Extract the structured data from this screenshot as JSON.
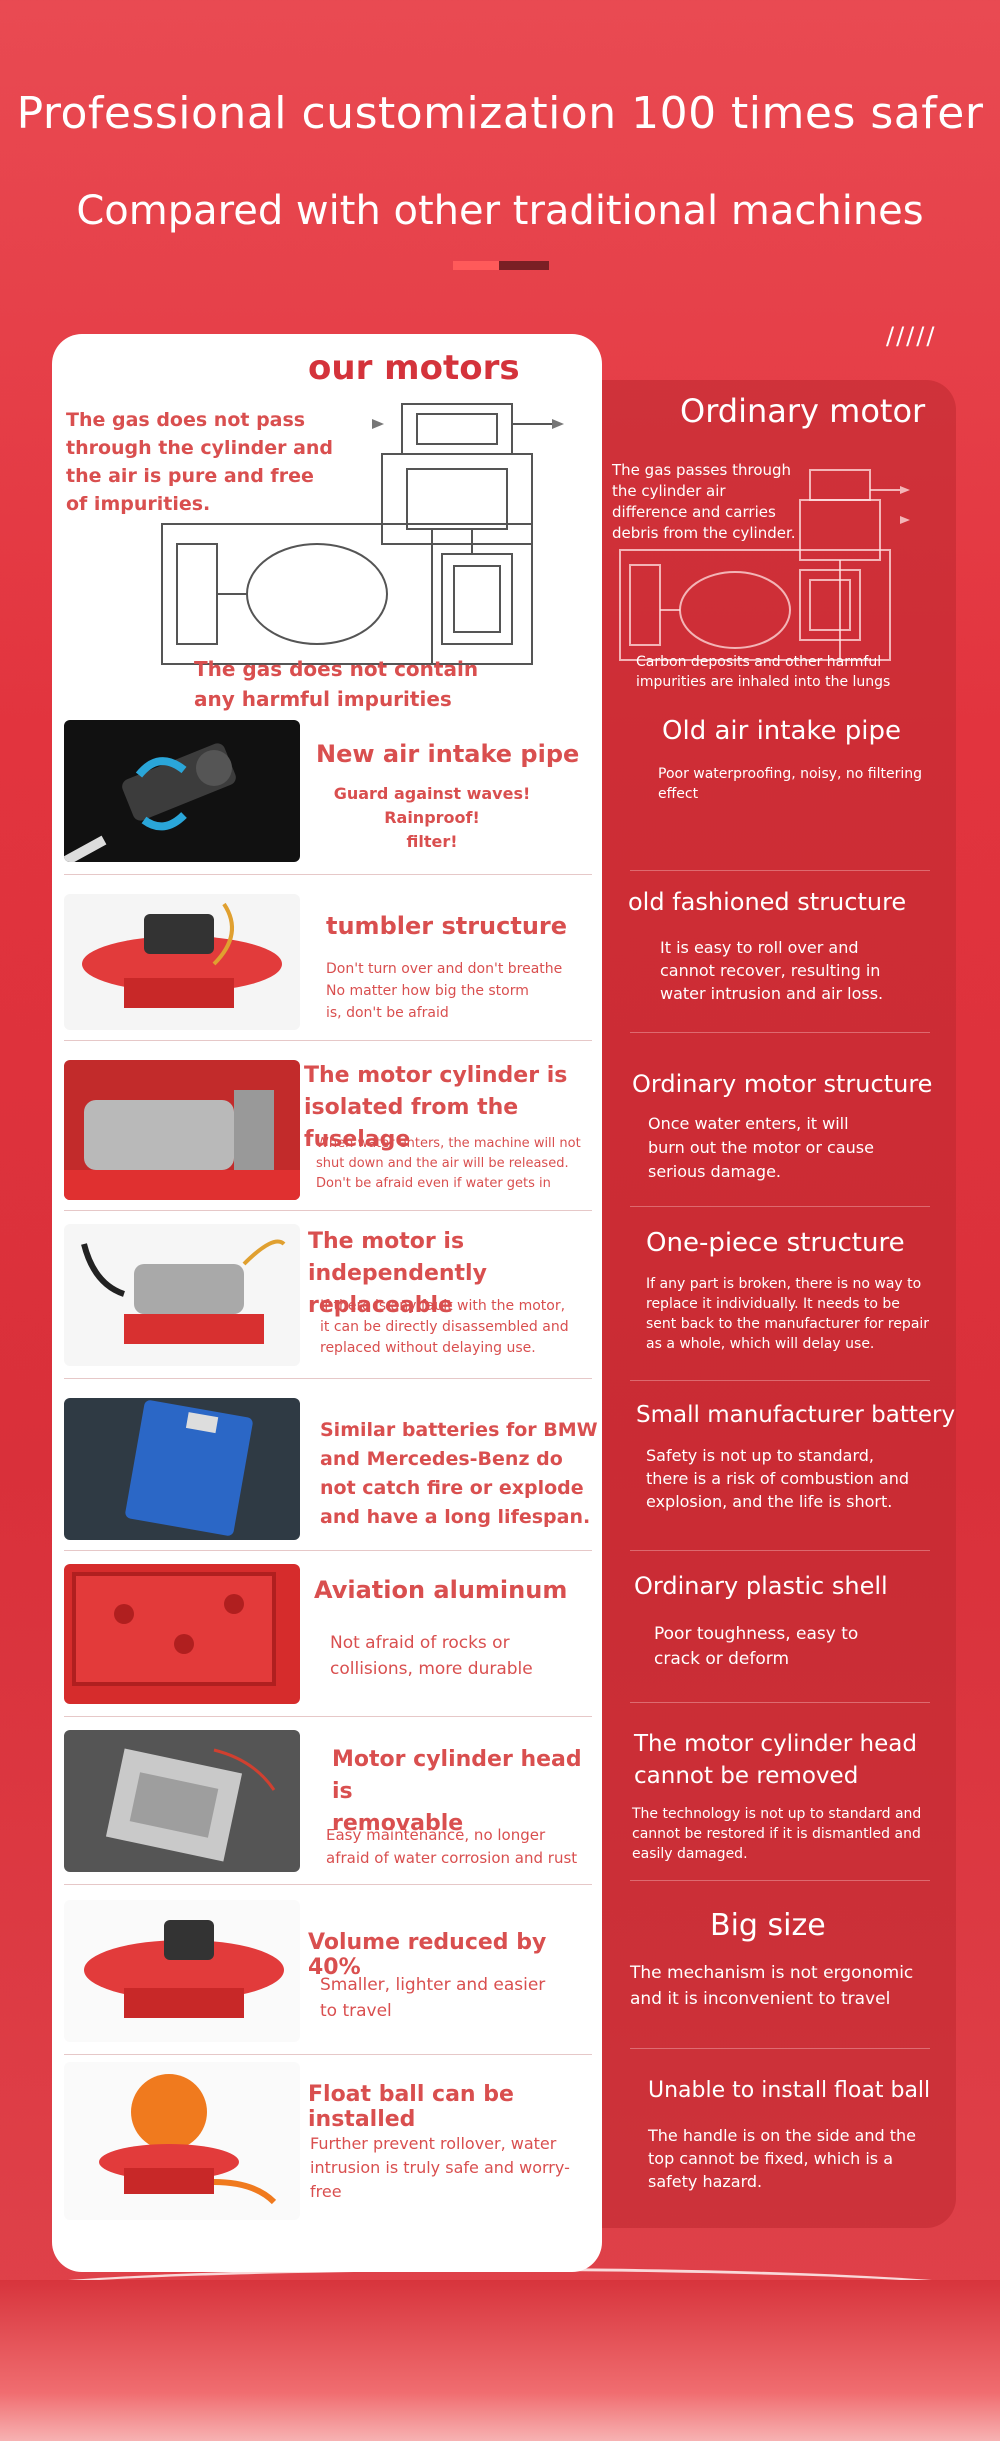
{
  "header": {
    "title": "Professional customization  100 times safer",
    "subtitle": "Compared with other traditional machines",
    "slashes": "/////"
  },
  "left": {
    "heading": "our motors",
    "diagram_top_lines": [
      "The gas does not pass",
      "through the cylinder and",
      "the air is pure and free",
      "of impurities."
    ],
    "diagram_bottom_lines": [
      "The gas does not contain",
      "any harmful impurities"
    ],
    "features": [
      {
        "title": [
          "New air intake pipe"
        ],
        "body": [
          "Guard against waves!",
          "Rainproof!",
          "filter!"
        ]
      },
      {
        "title": [
          "tumbler structure"
        ],
        "body": [
          "Don't turn over and don't breathe",
          "No matter how big the storm",
          "is, don't be afraid"
        ]
      },
      {
        "title": [
          "The motor cylinder is",
          "isolated from the fuselage"
        ],
        "body": [
          "When water enters, the machine will not",
          "shut down and the air will be released.",
          "Don't be afraid even if water gets in"
        ]
      },
      {
        "title": [
          "The motor is independently",
          "replaceable"
        ],
        "body": [
          "If there is any fault with the motor,",
          "it can be directly disassembled and",
          "replaced without delaying use."
        ]
      },
      {
        "title": [],
        "body": [
          "Similar batteries for BMW",
          "and Mercedes-Benz do",
          "not catch fire or explode",
          "and have a long lifespan."
        ]
      },
      {
        "title": [
          "Aviation aluminum"
        ],
        "body": [
          "Not afraid of rocks or",
          "collisions, more durable"
        ]
      },
      {
        "title": [
          "Motor cylinder head is",
          "removable"
        ],
        "body": [
          "Easy maintenance, no longer",
          "afraid of water corrosion and rust"
        ]
      },
      {
        "title": [
          "Volume reduced by 40%"
        ],
        "body": [
          "Smaller, lighter and easier",
          "to travel"
        ]
      },
      {
        "title": [
          "Float ball can be installed"
        ],
        "body": [
          "Further prevent rollover, water",
          "intrusion is truly safe and worry-",
          "free"
        ]
      }
    ]
  },
  "right": {
    "heading": "Ordinary motor",
    "diagram_top_lines": [
      "The gas passes through",
      "the cylinder air",
      "difference and carries",
      "debris from the cylinder."
    ],
    "diagram_bottom_lines": [
      "Carbon deposits and other harmful",
      "impurities are inhaled into the lungs"
    ],
    "features": [
      {
        "title": [
          "Old air intake pipe"
        ],
        "body": [
          "Poor waterproofing, noisy, no filtering",
          "effect"
        ]
      },
      {
        "title": [
          "old fashioned structure"
        ],
        "body": [
          "It is easy to roll over and",
          "cannot recover, resulting in",
          "water intrusion and air loss."
        ]
      },
      {
        "title": [
          "Ordinary motor structure"
        ],
        "body": [
          "Once water enters, it will",
          "burn out the motor or cause",
          "serious damage."
        ]
      },
      {
        "title": [
          "One-piece structure"
        ],
        "body": [
          "If any part is broken, there is no way to",
          "replace it individually. It needs to be",
          "sent back to the manufacturer for repair",
          "as a whole, which will delay use."
        ]
      },
      {
        "title": [
          "Small manufacturer battery"
        ],
        "body": [
          "Safety is not up to standard,",
          "there is a risk of combustion and",
          "explosion, and the life is short."
        ]
      },
      {
        "title": [
          "Ordinary plastic shell"
        ],
        "body": [
          "Poor toughness, easy to",
          "crack or deform"
        ]
      },
      {
        "title": [
          "The motor cylinder head",
          "cannot be removed"
        ],
        "body": [
          "The technology is not up to standard and",
          "cannot be restored if it is dismantled and",
          "easily damaged."
        ]
      },
      {
        "title": [
          "Big size"
        ],
        "body": [
          "The mechanism is not ergonomic",
          "and it is inconvenient to travel"
        ]
      },
      {
        "title": [
          "Unable to install float ball"
        ],
        "body": [
          "The handle is on the side and the",
          "top cannot be fixed, which is a",
          "safety hazard."
        ]
      }
    ]
  }
}
